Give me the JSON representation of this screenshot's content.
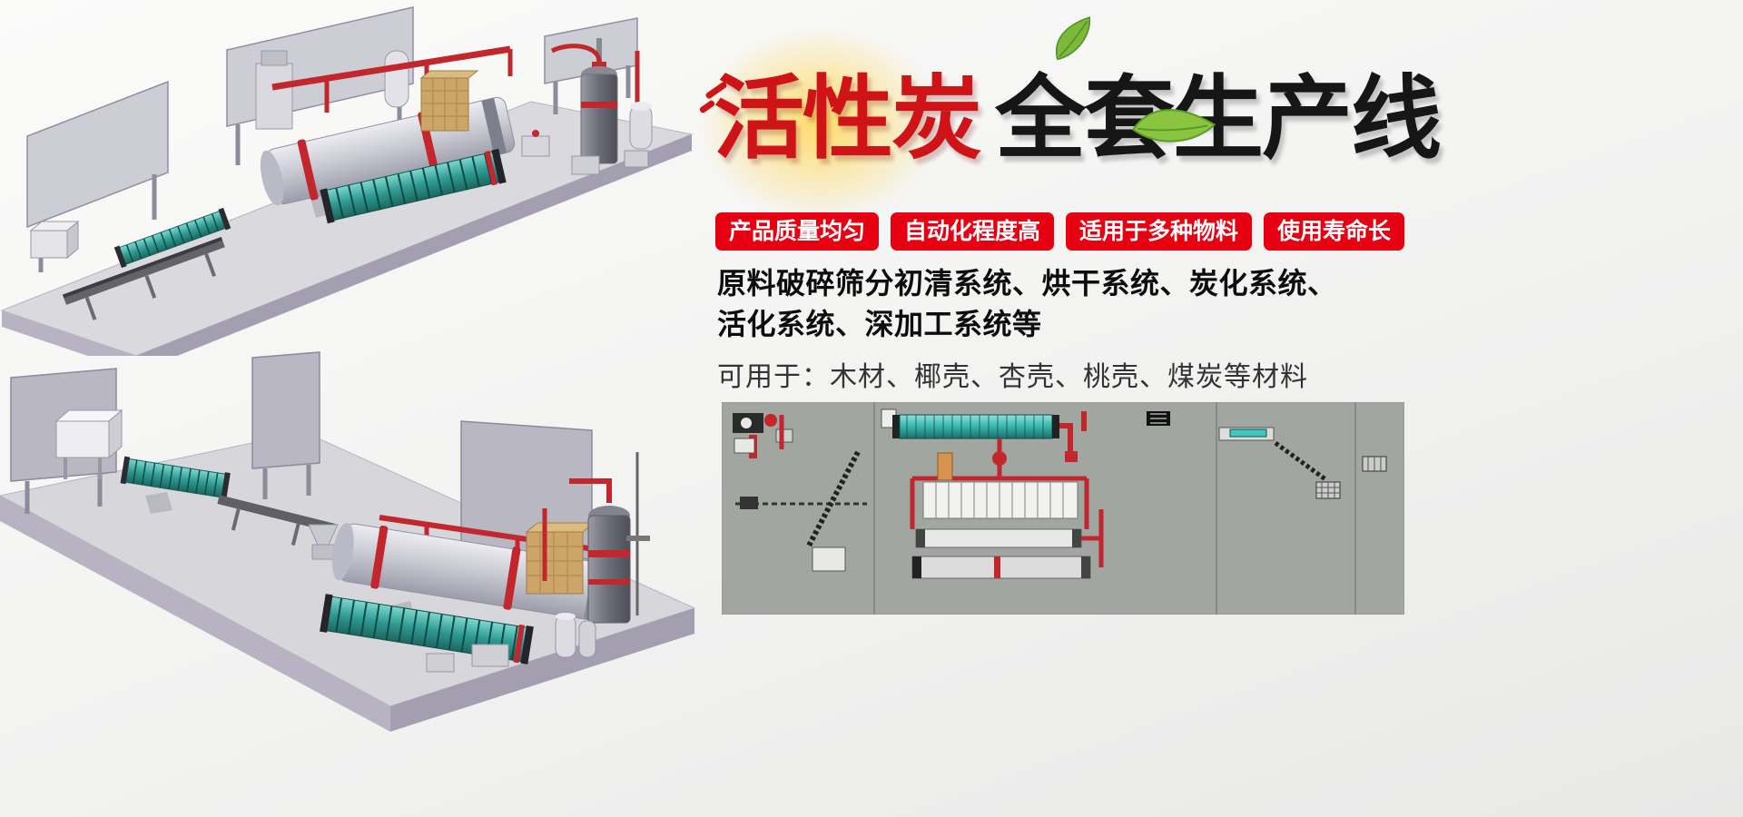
{
  "title": {
    "highlight": "活性炭",
    "rest": "全套生产线"
  },
  "badges": [
    {
      "label": "产品质量均匀"
    },
    {
      "label": "自动化程度高"
    },
    {
      "label": "适用于多种物料"
    },
    {
      "label": "使用寿命长"
    }
  ],
  "description": {
    "line1": "原料破碎筛分初清系统、烘干系统、炭化系统、",
    "line2": "活化系统、深加工系统等",
    "line3": "可用于：木材、椰壳、杏壳、桃壳、煤炭等材料"
  },
  "colors": {
    "badge_red": "#e60012",
    "title_red": "#cf1418",
    "title_black": "#161616",
    "pipe_red": "#c1272d",
    "drum_teal": "#2e9b93",
    "schematic_bg": "#a2a6a1"
  },
  "illustrations": {
    "top_left": "3d-render-production-line-overview",
    "bottom_left": "3d-render-production-line-closeup",
    "bottom_right": "equipment-layout-schematic"
  },
  "decor": {
    "glow": "sunburst-glow",
    "leaf": "green-leaf-icon"
  }
}
